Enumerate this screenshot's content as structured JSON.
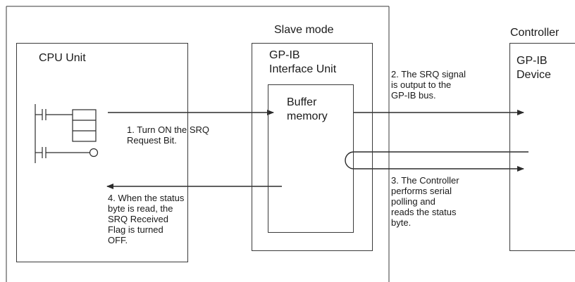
{
  "labels": {
    "slave_mode": "Slave mode",
    "controller": "Controller",
    "cpu_unit": "CPU Unit",
    "gpib_interface_unit": "GP-IB\nInterface Unit",
    "buffer_memory": "Buffer\nmemory",
    "gpib_device": "GP-IB\nDevice"
  },
  "steps": [
    {
      "text": "1. Turn ON the SRQ\nRequest Bit."
    },
    {
      "text": "2. The SRQ signal\nis output to the\nGP-IB bus."
    },
    {
      "text": "3. The Controller\nperforms serial\npolling and\nreads the status\nbyte."
    },
    {
      "text": "4. When the status\nbyte is read, the\nSRQ Received\nFlag is turned\nOFF."
    }
  ],
  "colors": {
    "line": "#2b2b2b",
    "box": "#3a3a3a"
  }
}
